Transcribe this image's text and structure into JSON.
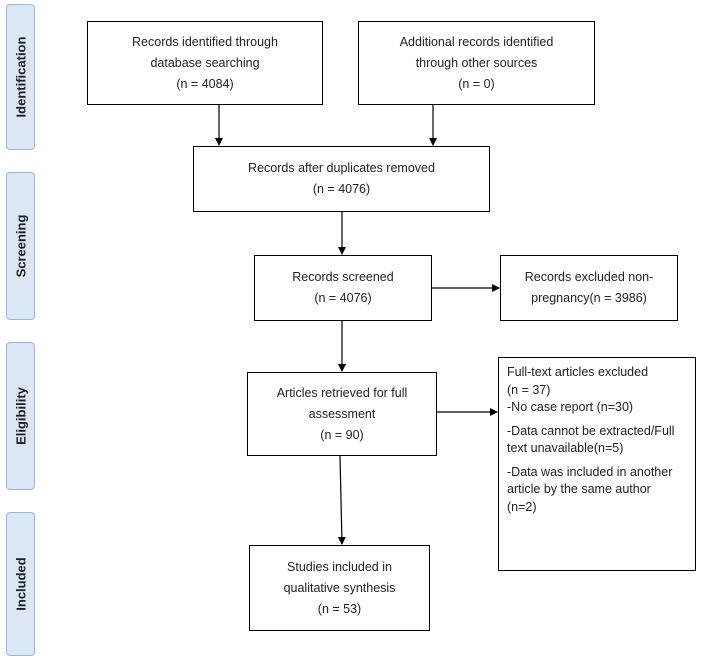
{
  "stages": {
    "identification": "Identification",
    "screening": "Screening",
    "eligibility": "Eligibility",
    "included": "Included"
  },
  "boxes": {
    "db_search": {
      "line1": "Records identified through",
      "line2": "database searching",
      "line3": "(n = 4084)"
    },
    "other_sources": {
      "line1": "Additional records identified",
      "line2": "through other sources",
      "line3": "(n = 0)"
    },
    "after_duplicates": {
      "line1": "Records after duplicates removed",
      "line2": "(n =  4076)"
    },
    "screened": {
      "line1": "Records screened",
      "line2": "(n = 4076)"
    },
    "excluded_screening": {
      "line1": "Records excluded non-",
      "line2": "pregnancy(n = 3986)"
    },
    "full_text": {
      "line1": "Articles retrieved for full",
      "line2": "assessment",
      "line3": "(n =  90)"
    },
    "excluded_full": {
      "line1": "Full-text articles excluded",
      "line2": "(n = 37)",
      "line3": "-No case report (n=30)",
      "line4": "-Data cannot be extracted/Full",
      "line5": "text unavailable(n=5)",
      "line6": "-Data was included in another",
      "line7": "article by the same author",
      "line8": "(n=2)"
    },
    "included": {
      "line1": "Studies included in",
      "line2": "qualitative synthesis",
      "line3": "(n =  53)"
    }
  },
  "colors": {
    "stage_fill": "#dbe7f5",
    "stage_border": "#9fb6d2",
    "box_border": "#000000"
  }
}
